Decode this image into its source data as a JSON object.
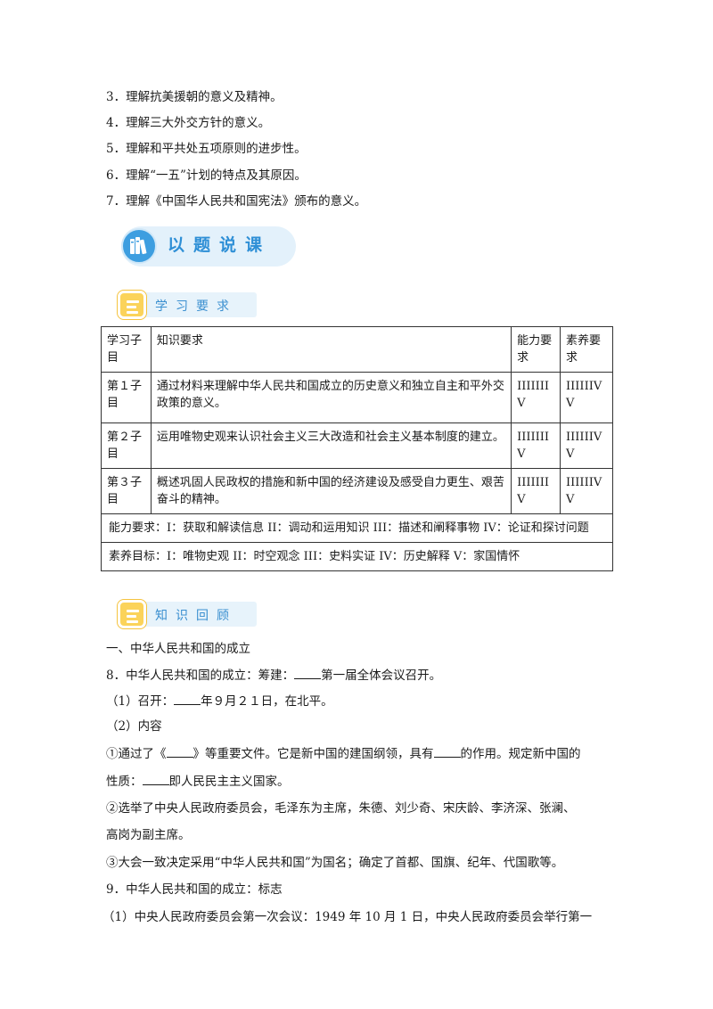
{
  "objectives": [
    "3．理解抗美援朝的意义及精神。",
    "4．理解三大外交方针的意义。",
    "5．理解和平共处五项原则的进步性。",
    "6．理解“一五”计划的特点及其原因。",
    "7．理解《中国华人民共和国宪法》颁布的意义。"
  ],
  "banner": {
    "title": "以题说课",
    "icon": "books-icon",
    "color": "#2e8fd6"
  },
  "section_requirements": {
    "title": "学习要求",
    "icon": "notepad-icon"
  },
  "table": {
    "header": [
      "学习子目",
      "知识要求",
      "能力要求",
      "素养要求"
    ],
    "rows": [
      [
        "第１子目",
        "通过材料来理解中华人民共和国成立的历史意义和独立自主和平外交政策的意义。",
        "IIIIIIIV",
        "IIIIIIVV"
      ],
      [
        "第２子目",
        "运用唯物史观来认识社会主义三大改造和社会主义基本制度的建立。",
        "IIIIIIIV",
        "IIIIIIVV"
      ],
      [
        "第３子目",
        "概述巩固人民政权的措施和新中国的经济建设及感受自力更生、艰苦奋斗的精神。",
        "IIIIIIIV",
        "IIIIIIVV"
      ]
    ],
    "ability_note": "能力要求：I：获取和解读信息 II：调动和运用知识 III：描述和阐释事物 IV：论证和探讨问题",
    "literacy_note": "素养目标：I：唯物史观 II：时空观念 III：史料实证 IV：历史解释 V：家国情怀"
  },
  "section_review": {
    "title": "知识回顾",
    "icon": "notepad-icon"
  },
  "review": {
    "heading": "一、中华人民共和国的成立",
    "q8_a": "8．中华人民共和国的成立：筹建：",
    "q8_b": "第一届全体会议召开。",
    "p1_a": "（1）召开：",
    "p1_b": "年９月２１日，在北平。",
    "p2": "（2）内容",
    "c1_a": "①通过了《",
    "c1_b": "》等重要文件。它是新中国的建国纲领，具有",
    "c1_c": "的作用。规定新中国的",
    "c1_d": "性质：",
    "c1_e": "即人民民主主义国家。",
    "c2_a": "②选举了中央人民政府委员会，毛泽东为主席，朱德、刘少奇、宋庆龄、李济深、张澜、",
    "c2_b": "高岗为副主席。",
    "c3": "③大会一致决定采用“中华人民共和国”为国名；确定了首都、国旗、纪年、代国歌等。",
    "q9": "9．中华人民共和国的成立：标志",
    "q9_1": "（1）中央人民政府委员会第一次会议：1949 年 10 月 1 日，中央人民政府委员会举行第一"
  }
}
